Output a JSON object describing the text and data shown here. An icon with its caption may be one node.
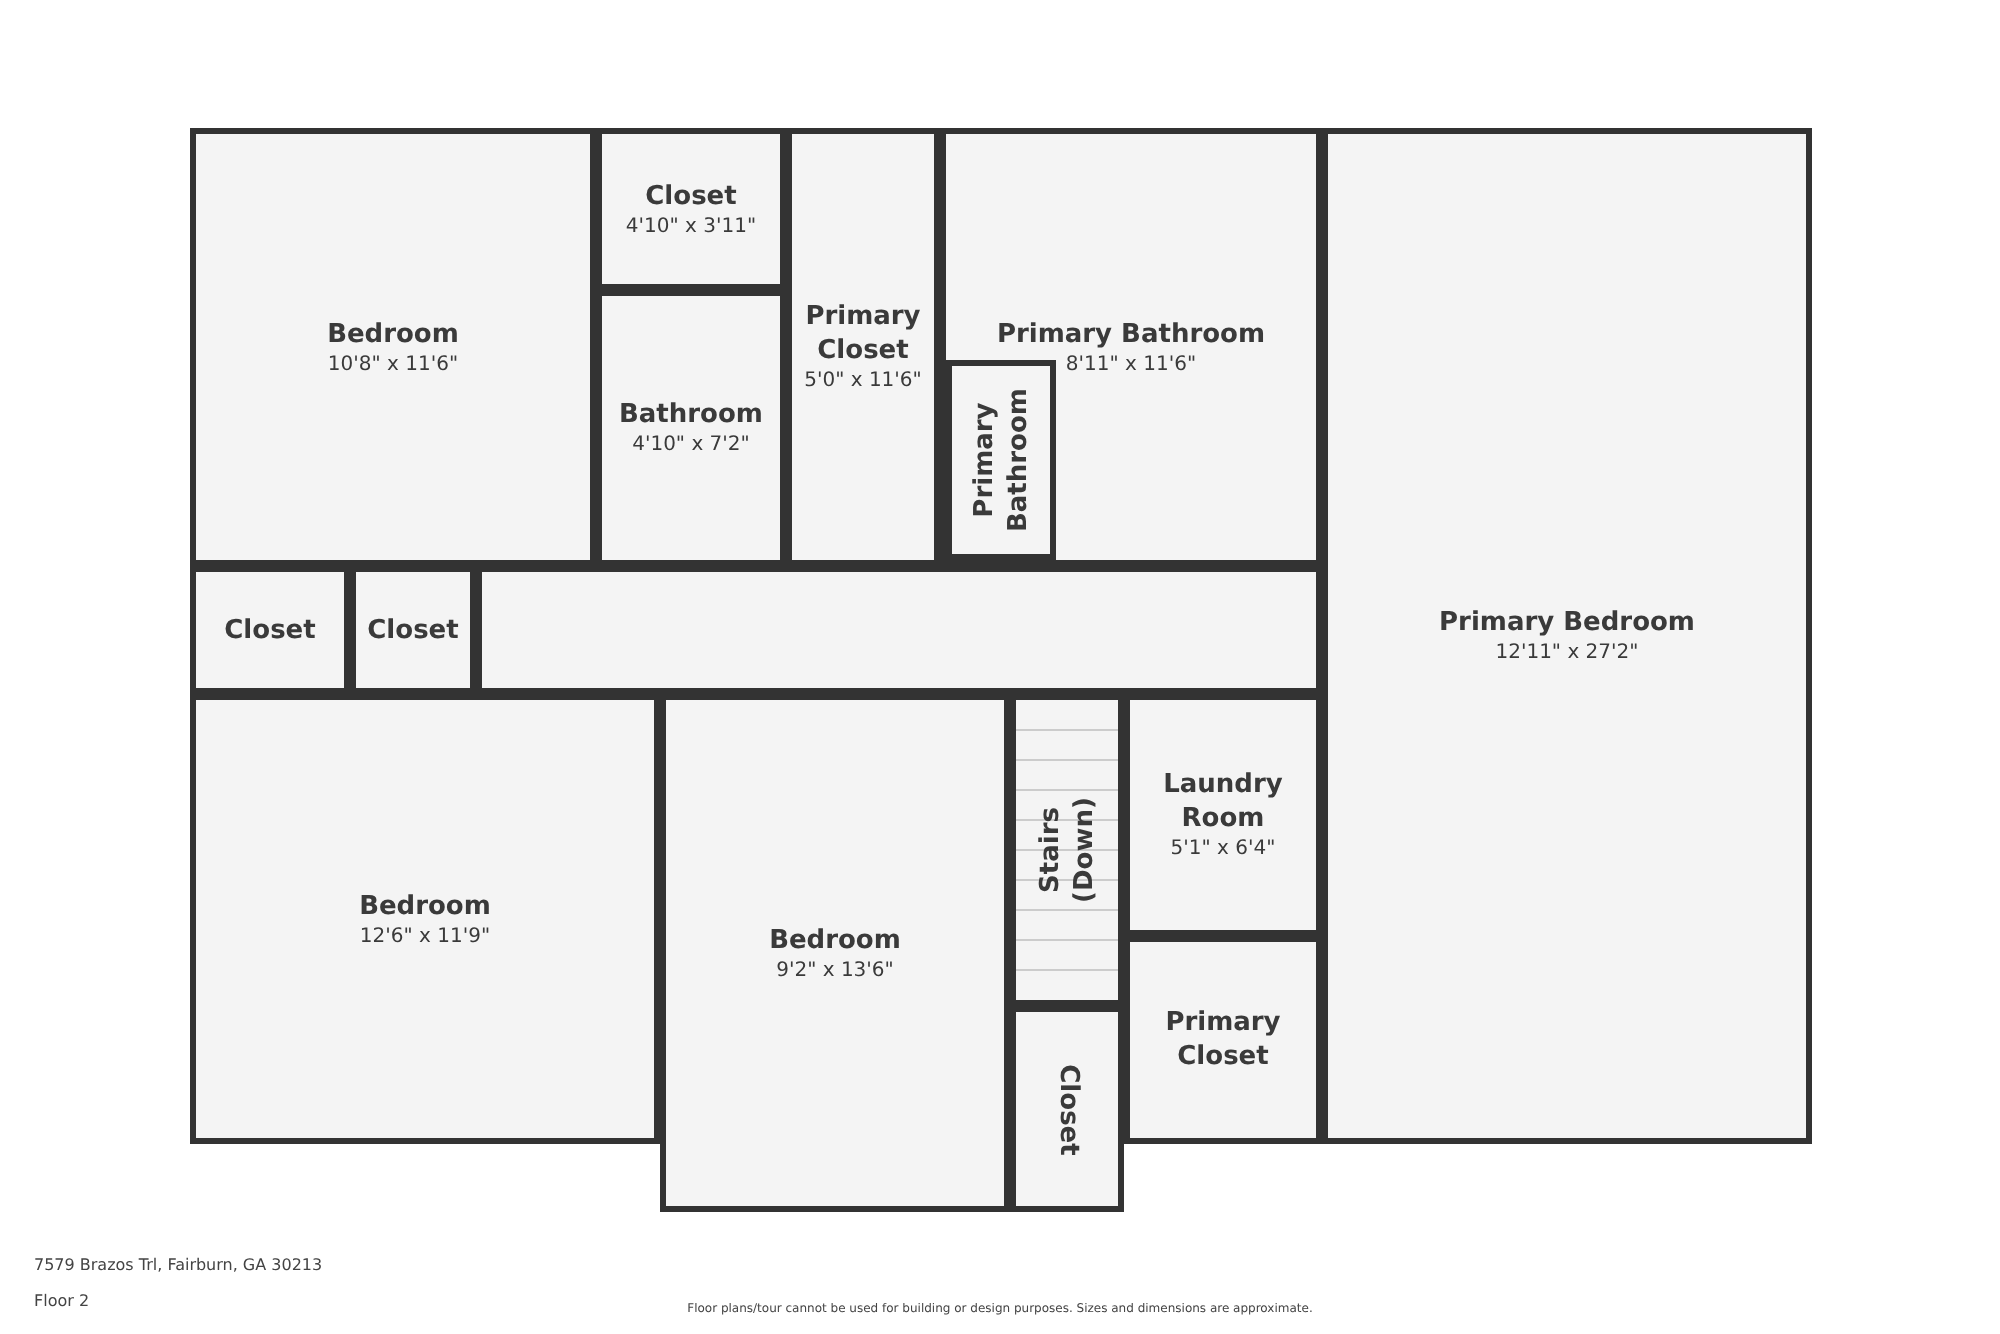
{
  "diagram": {
    "nodes": [
      {
        "text": [
          "Bedroom",
          "10'8\" x 11'6\""
        ]
      },
      {
        "text": [
          "Closet",
          "4'10\" x 3'11\""
        ]
      },
      {
        "text": [
          "Bathroom",
          "4'10\" x 7'2\""
        ]
      },
      {
        "text": [
          "Primary Closet",
          "5'0\" x 11'6\""
        ]
      },
      {
        "text": [
          "Primary Bathroom",
          "8'11\" x 11'6\""
        ]
      },
      {
        "text": [
          "Primary Bathroom"
        ],
        "in": 4
      },
      {
        "text": [
          "Primary Bedroom",
          "12'11\" x 27'2\""
        ]
      },
      {
        "text": [
          "Closet"
        ]
      },
      {
        "text": [
          "Closet"
        ]
      },
      {
        "text": [],
        "shape": "box"
      },
      {
        "text": [
          "Bedroom",
          "12'6\" x 11'9\""
        ]
      },
      {
        "text": [
          "Bedroom",
          "9'2\" x 13'6\""
        ]
      },
      {
        "text": [
          "Stairs (Down)"
        ]
      },
      {
        "text": [
          "Laundry Room",
          "5'1\" x 6'4\""
        ]
      },
      {
        "text": [
          "Primary Closet"
        ]
      },
      {
        "text": [
          "Closet"
        ]
      }
    ],
    "edges": [],
    "labels": [
      "7579 Brazos Trl, Fairburn, GA 30213",
      "Floor 2",
      "Floor plans/tour cannot be used for building or design purposes. Sizes and dimensions are approximate."
    ]
  }
}
